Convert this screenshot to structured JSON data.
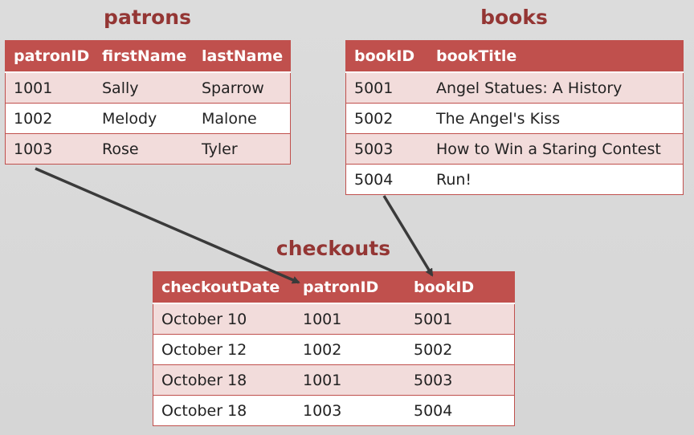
{
  "patrons": {
    "title": "patrons",
    "headers": [
      "patronID",
      "firstName",
      "lastName"
    ],
    "rows": [
      [
        "1001",
        "Sally",
        "Sparrow"
      ],
      [
        "1002",
        "Melody",
        "Malone"
      ],
      [
        "1003",
        "Rose",
        "Tyler"
      ]
    ]
  },
  "books": {
    "title": "books",
    "headers": [
      "bookID",
      "bookTitle"
    ],
    "rows": [
      [
        "5001",
        "Angel Statues: A History"
      ],
      [
        "5002",
        "The Angel's Kiss"
      ],
      [
        "5003",
        "How to Win a Staring Contest"
      ],
      [
        "5004",
        "Run!"
      ]
    ]
  },
  "checkouts": {
    "title": "checkouts",
    "headers": [
      "checkoutDate",
      "patronID",
      "bookID"
    ],
    "rows": [
      [
        "October 10",
        "1001",
        "5001"
      ],
      [
        "October 12",
        "1002",
        "5002"
      ],
      [
        "October 18",
        "1001",
        "5003"
      ],
      [
        "October 18",
        "1003",
        "5004"
      ]
    ]
  },
  "colors": {
    "header": "#c0504d",
    "title": "#943634",
    "row_alt": "#f2dcdb",
    "arrow": "#3a3a3a"
  }
}
